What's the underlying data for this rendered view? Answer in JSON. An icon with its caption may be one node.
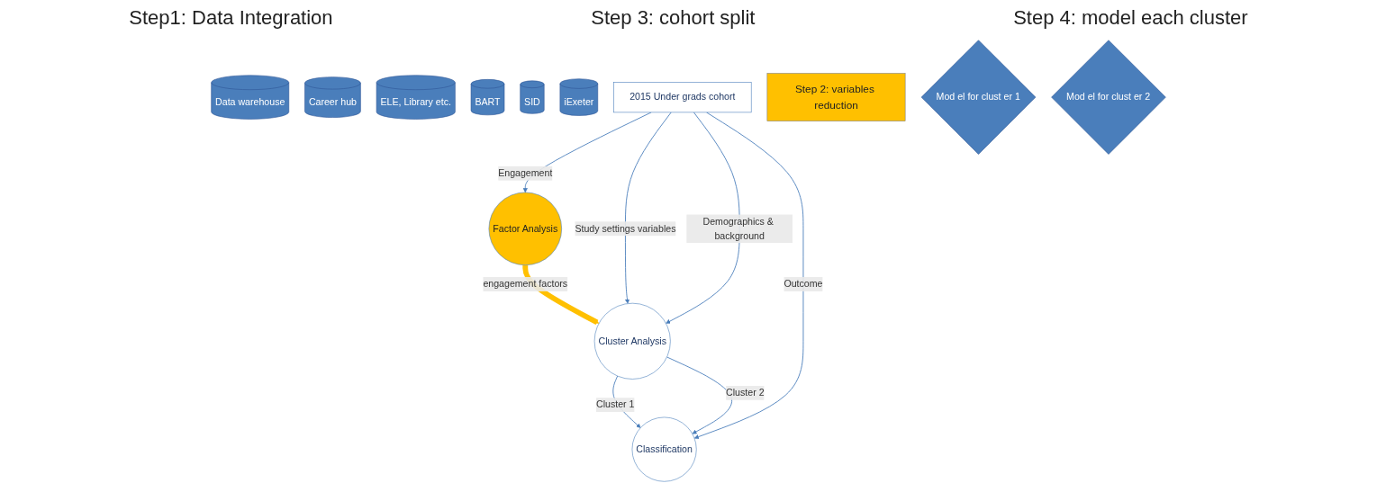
{
  "diagram": {
    "nodes": [
      {
        "text": [
          "Data warehouse"
        ]
      },
      {
        "text": [
          "Career hub"
        ]
      },
      {
        "text": [
          "ELE, Library etc."
        ]
      },
      {
        "text": [
          "BART"
        ]
      },
      {
        "text": [
          "SID"
        ]
      },
      {
        "text": [
          "iExeter"
        ]
      },
      {
        "text": [
          "2015 Under grads cohort"
        ]
      },
      {
        "text": [
          "Step 2: variables reduction"
        ]
      },
      {
        "text": [
          "Factor Analysis"
        ]
      },
      {
        "text": [
          "Cluster Analysis"
        ]
      },
      {
        "text": [
          "Classification"
        ]
      },
      {
        "text": [
          "Mod el for clust er 1"
        ]
      },
      {
        "text": [
          "Mod el for clust er 2"
        ]
      }
    ],
    "edges": [
      {
        "from": 6,
        "to": 8,
        "arrow": "to",
        "label": "Engagement"
      },
      {
        "from": 8,
        "to": 9,
        "arrow": "to",
        "label": "engagement factors",
        "style": "thick",
        "color": "#ffc000"
      },
      {
        "from": 6,
        "to": 9,
        "arrow": "to",
        "label": "Study settings variables"
      },
      {
        "from": 6,
        "to": 9,
        "arrow": "to",
        "label": "Demographics & background"
      },
      {
        "from": 9,
        "to": 10,
        "arrow": "to",
        "label": "Cluster 1"
      },
      {
        "from": 9,
        "to": 10,
        "arrow": "to",
        "label": "Cluster 2"
      },
      {
        "from": 6,
        "to": 10,
        "arrow": "to",
        "label": "Outcome"
      }
    ],
    "labels": [
      "Step1: Data Integration",
      "Step 3: cohort split",
      "Step 4: model each cluster"
    ]
  }
}
